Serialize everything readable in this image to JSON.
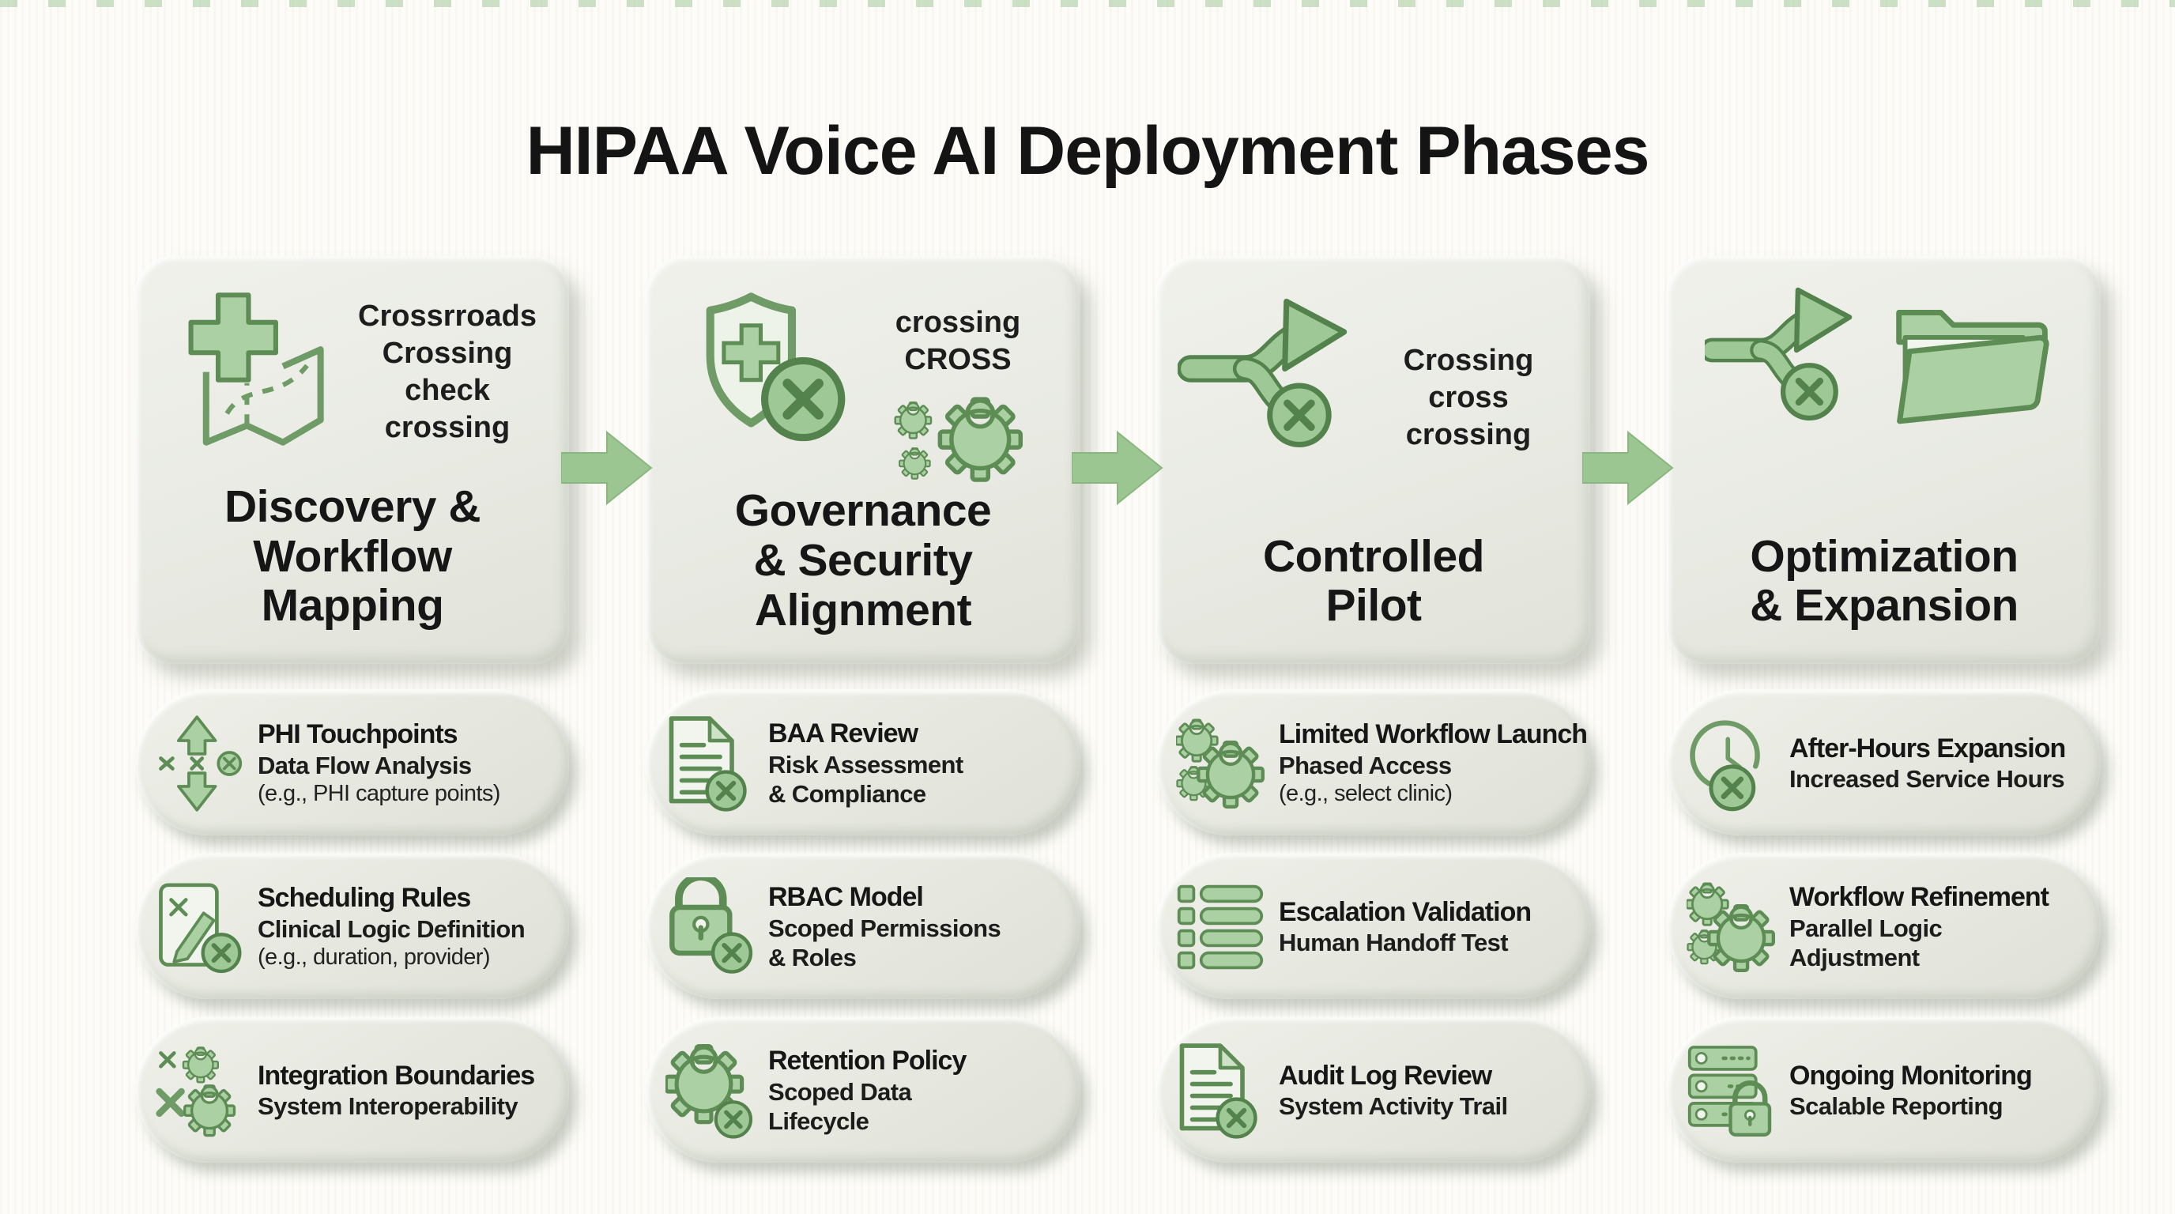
{
  "page": {
    "title": "HIPAA Voice AI Deployment Phases"
  },
  "colors": {
    "background": "#fdfcf8",
    "card_bg": "#e8eae3",
    "pill_bg": "#e5e7df",
    "accent_green": "#9bc591",
    "icon_fill": "#abd0a3",
    "icon_stroke": "#5d8c55",
    "text": "#191919"
  },
  "phases": [
    {
      "title": "Discovery &\nWorkflow\nMapping",
      "caption": "Crossrroads\nCrossing\ncheck\ncrossing",
      "icon": "medical-cross-map-icon",
      "items": [
        {
          "icon": "data-flow-arrows-icon",
          "lines": [
            "PHI Touchpoints",
            "Data Flow Analysis",
            "(e.g., PHI capture points)"
          ]
        },
        {
          "icon": "note-pencil-x-icon",
          "lines": [
            "Scheduling Rules",
            "Clinical Logic Definition",
            "(e.g., duration, provider)"
          ]
        },
        {
          "icon": "x-gears-icon",
          "lines": [
            "Integration Boundaries",
            "System Interoperability"
          ]
        }
      ]
    },
    {
      "title": "Governance\n& Security\nAlignment",
      "caption": "crossing\nCROSS",
      "icon": "shield-medical-cross-icon",
      "icon2": "gears-icon",
      "items": [
        {
          "icon": "document-x-icon",
          "lines": [
            "BAA Review",
            "Risk Assessment",
            "& Compliance"
          ]
        },
        {
          "icon": "padlock-x-icon",
          "lines": [
            "RBAC Model",
            "Scoped Permissions",
            "& Roles"
          ]
        },
        {
          "icon": "gear-x-icon",
          "lines": [
            "Retention Policy",
            "Scoped Data",
            "Lifecycle"
          ]
        }
      ]
    },
    {
      "title": "Controlled\nPilot",
      "caption": "Crossing\ncross\ncrossing",
      "icon": "branch-arrow-x-icon",
      "items": [
        {
          "icon": "gears-icon",
          "lines": [
            "Limited Workflow Launch",
            "Phased Access",
            "(e.g., select clinic)"
          ]
        },
        {
          "icon": "checklist-icon",
          "lines": [
            "Escalation Validation",
            "Human Handoff Test"
          ]
        },
        {
          "icon": "document-x-icon",
          "lines": [
            "Audit Log Review",
            "System Activity Trail"
          ]
        }
      ]
    },
    {
      "title": "Optimization\n& Expansion",
      "caption": "",
      "icon": "branch-arrow-x-icon",
      "icon2": "open-folder-icon",
      "items": [
        {
          "icon": "clock-x-icon",
          "lines": [
            "After-Hours Expansion",
            "Increased Service Hours"
          ]
        },
        {
          "icon": "gears-icon",
          "lines": [
            "Workflow Refinement",
            "Parallel Logic",
            "Adjustment"
          ]
        },
        {
          "icon": "server-lock-icon",
          "lines": [
            "Ongoing Monitoring",
            "Scalable Reporting"
          ]
        }
      ]
    }
  ]
}
